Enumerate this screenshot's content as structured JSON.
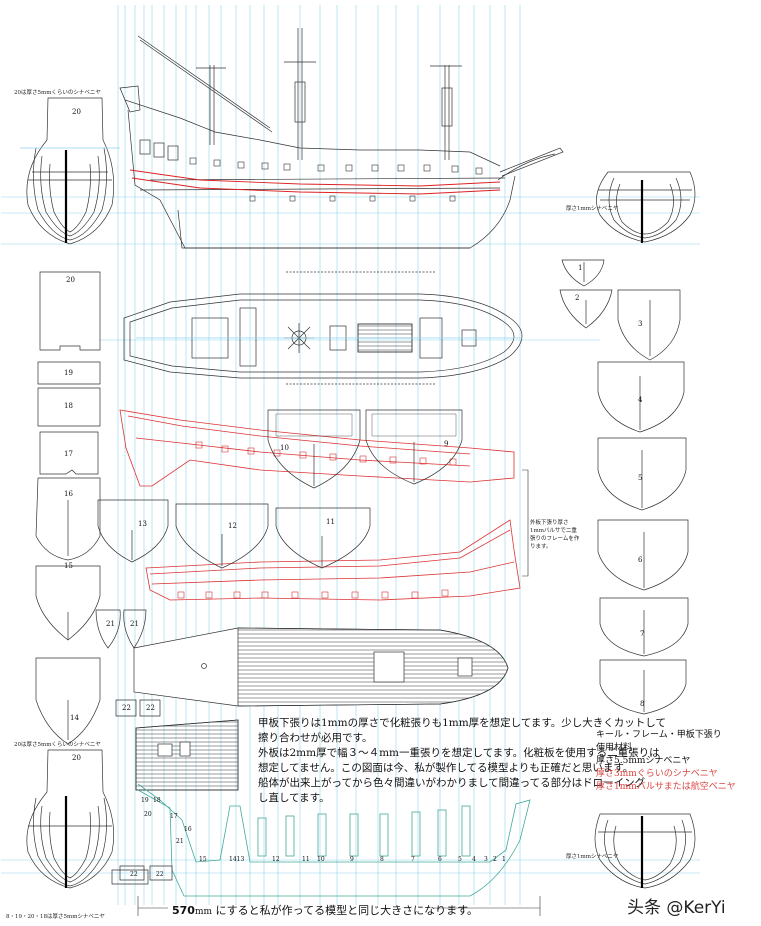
{
  "notes": {
    "line1": "甲板下張りは1mmの厚さで化粧張りも1mm厚を想定してます。少し大きくカットして",
    "line2": "擦り合わせが必用です。",
    "line3": "外板は2mm厚で幅３～４mm一重張りを想定してます。化粧板を使用する二重張りは",
    "line4": "想定してません。この図面は今、私が製作してる模型よりも正確だと思います。",
    "line5": "船体が出来上がってから色々間違いがわかりまして間違ってる部分はドローイング",
    "line6": "し直してます。"
  },
  "legend": {
    "l1": "キール・フレーム・甲板下張り",
    "l2": "使用材料",
    "l3": "厚さ5.5mmシナベニヤ",
    "l4": "厚さ3mmぐらいのシナベニヤ",
    "l5": "厚さ1mmバルサまたは航空ベニヤ"
  },
  "caption": {
    "size": "570",
    "unit": "mm",
    "rest": "にすると私が作ってる模型と同じ大きさになります。"
  },
  "watermark": "头条 @KerYi",
  "small_notes": {
    "tl": "20は厚さ5mmくらいのシナベニヤ",
    "ml": "20は厚さ5mmくらいのシナベニヤ",
    "bl": "8・19・20・18は厚さ5mmシナベニヤ",
    "tr": "厚さ1mmシナベニヤ",
    "br": "厚さ1mmシナベニヤ",
    "mid": "外板下張り厚さ1mmバルサで二重張りのフレームを作ります。"
  },
  "labels": {
    "frames_top": [
      "1",
      "2",
      "3",
      "4",
      "5",
      "6",
      "7",
      "8"
    ],
    "frames_mid": [
      "9",
      "10",
      "11",
      "12",
      "13",
      "14",
      "15",
      "16",
      "17",
      "18",
      "19",
      "20",
      "21",
      "22"
    ],
    "keel": [
      "15",
      "1413",
      "12",
      "11",
      "10",
      "9",
      "8",
      "7",
      "6",
      "5",
      "4",
      "3",
      "2",
      "1",
      "19",
      "18",
      "20",
      "17",
      "16",
      "21",
      "22"
    ]
  }
}
